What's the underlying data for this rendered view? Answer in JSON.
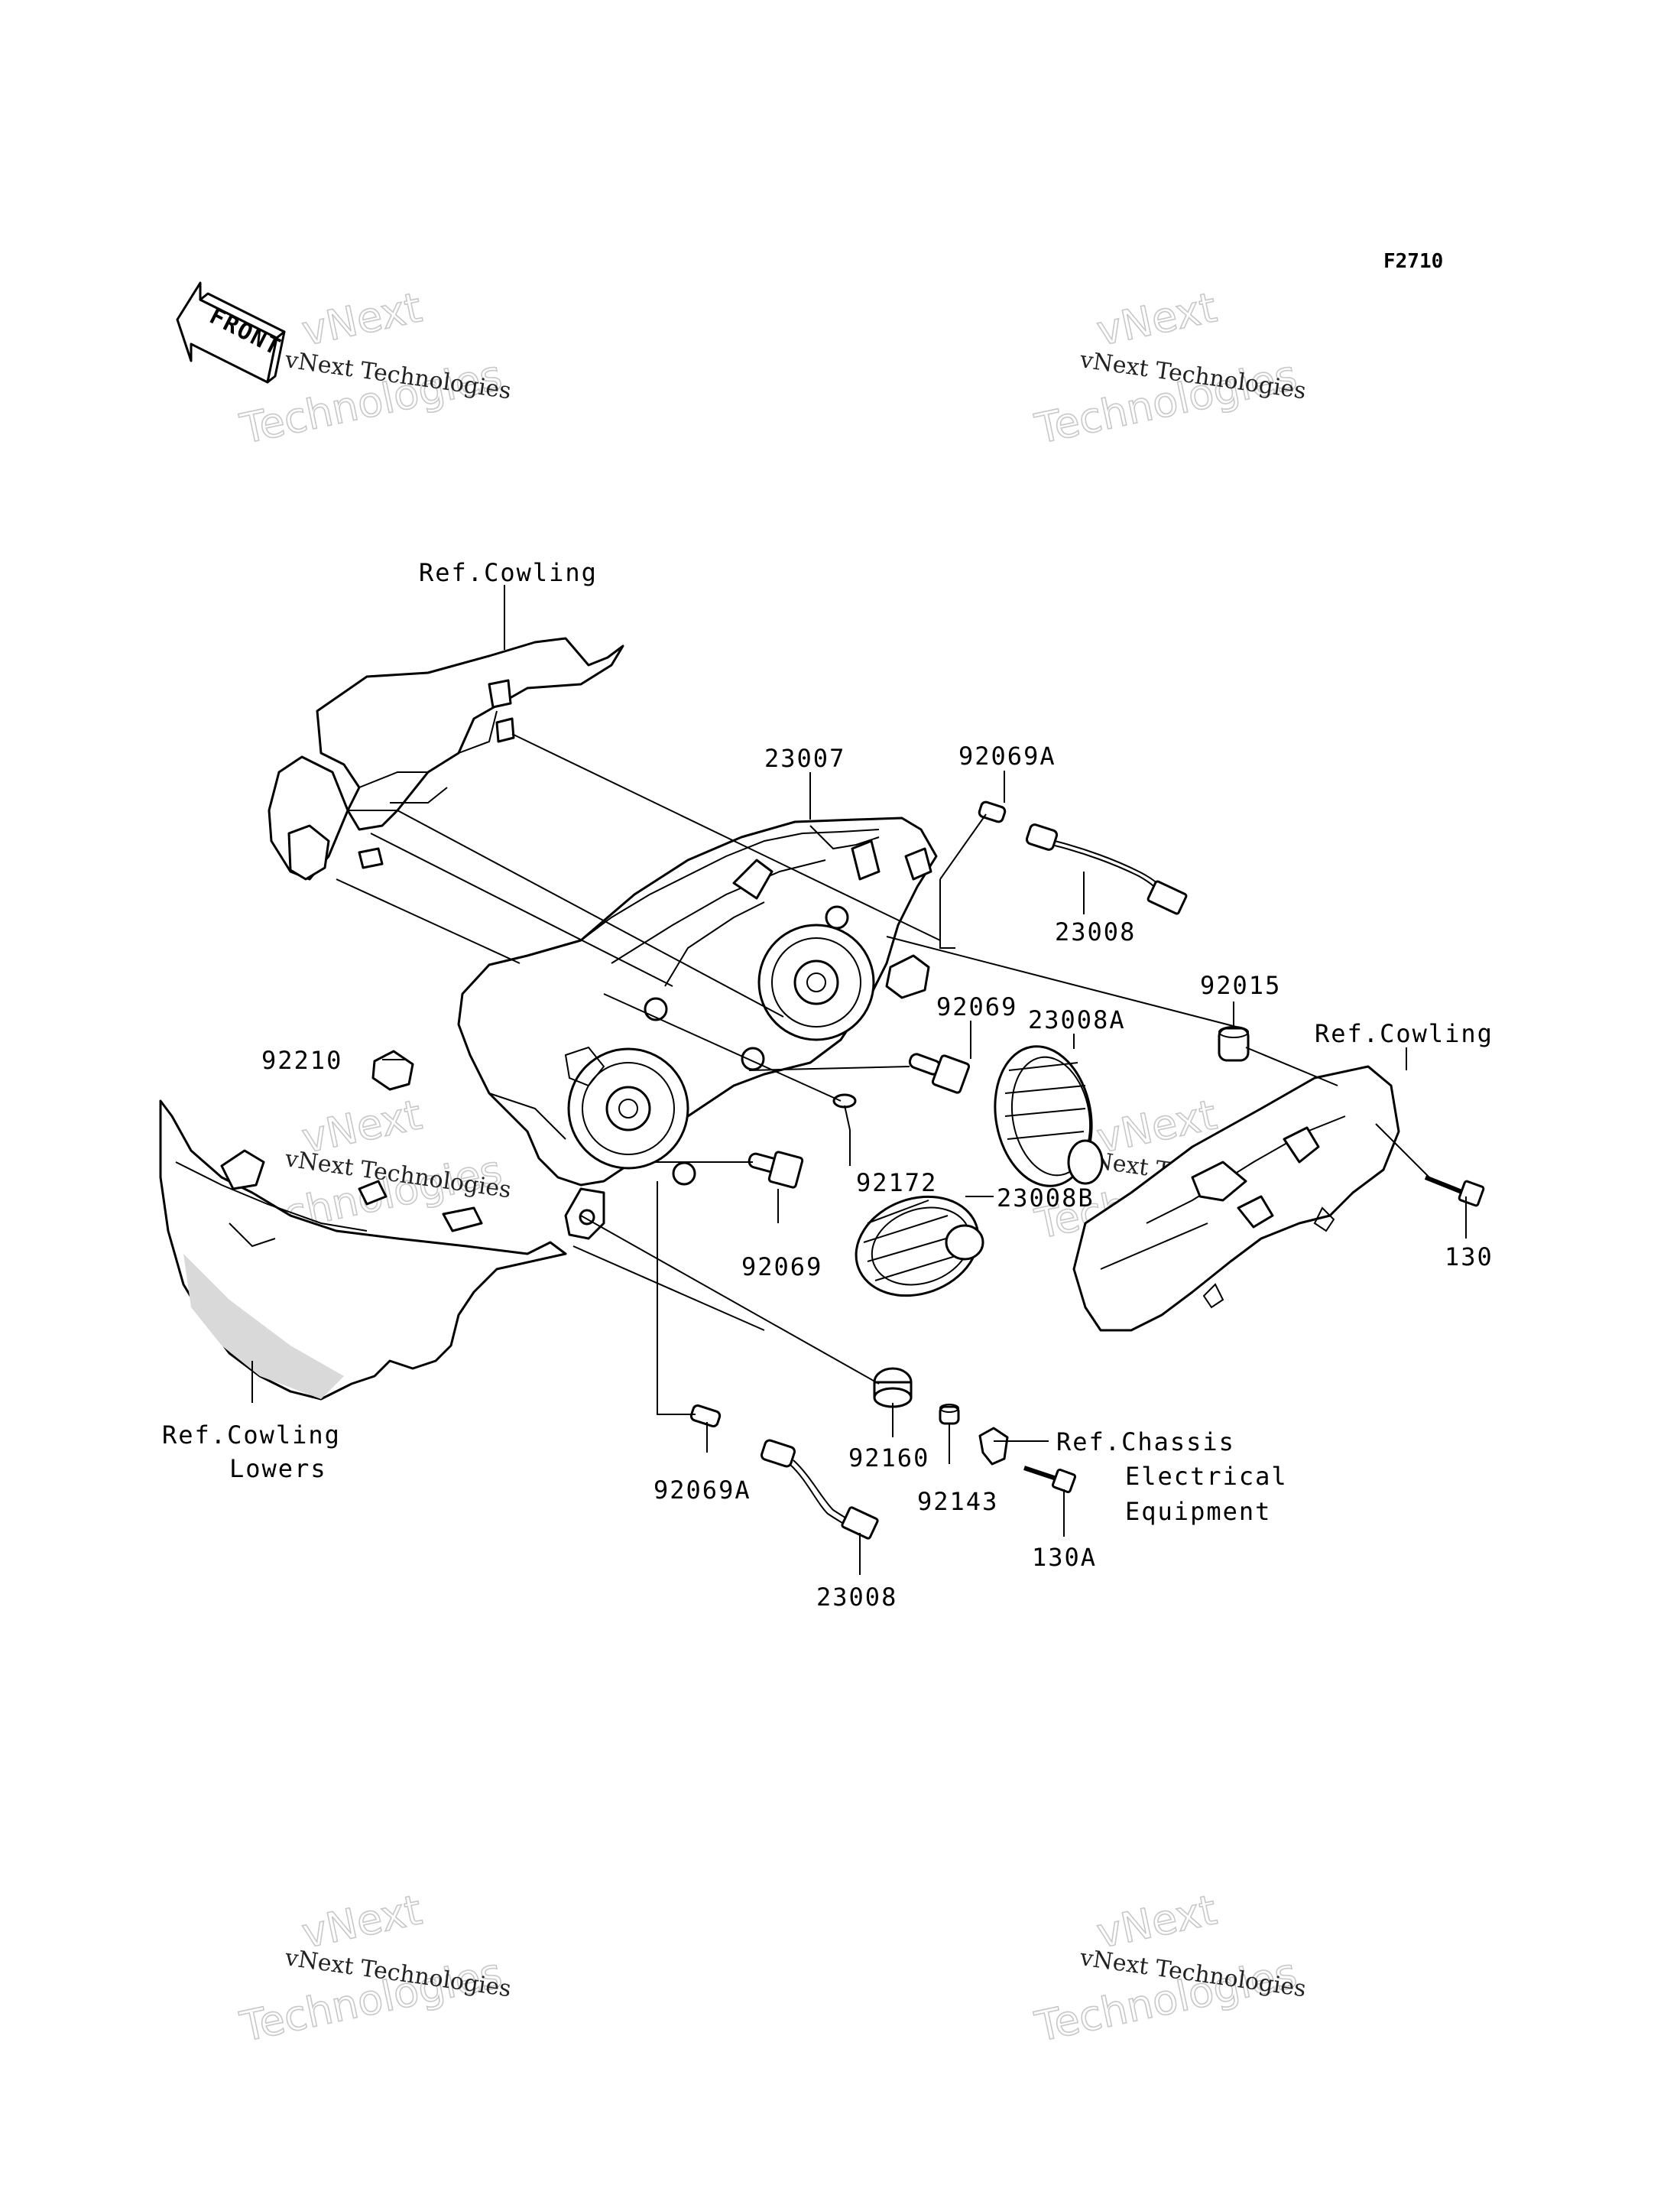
{
  "diagram_code": "F2710",
  "front_marker": "FRONT",
  "watermark": {
    "small": "vNext Technologies",
    "big_top": "vNext",
    "big_bottom": "Technologies"
  },
  "labels": {
    "ref_cowling_top": "Ref.Cowling",
    "ref_cowling_right": "Ref.Cowling",
    "ref_cowling_lowers_1": "Ref.Cowling",
    "ref_cowling_lowers_2": "Lowers",
    "ref_chassis_1": "Ref.Chassis",
    "ref_chassis_2": "Electrical",
    "ref_chassis_3": "Equipment"
  },
  "parts": [
    "23007",
    "92069A",
    "23008",
    "92015",
    "92069",
    "23008A",
    "92210",
    "92172",
    "23008B",
    "92069",
    "130",
    "92160",
    "92143",
    "130A",
    "92069A",
    "23008"
  ]
}
